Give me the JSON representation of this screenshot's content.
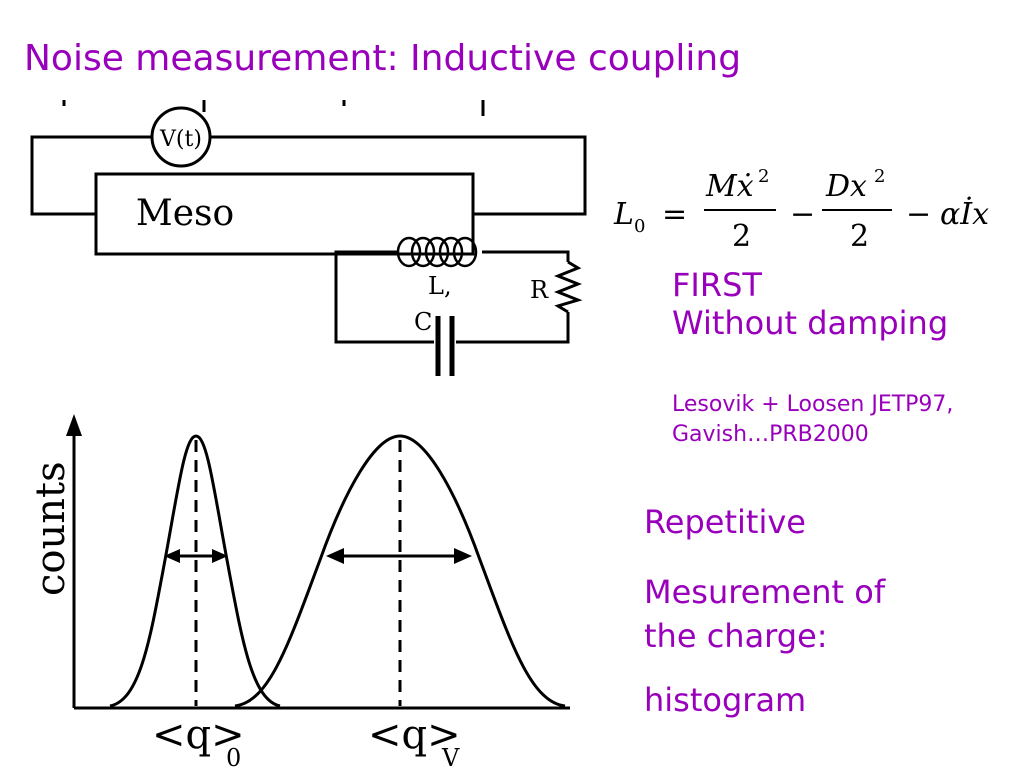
{
  "title": "Noise measurement: Inductive coupling",
  "circuit": {
    "voltmeter_label": "V(t)",
    "meso_label": "Meso",
    "inductor_label": "L,",
    "resistor_label": "R",
    "capacitor_label": "C"
  },
  "equation": {
    "lhs": "L",
    "lhs_sub": "0",
    "eq": "=",
    "term1_num": "Mẋ",
    "term1_sup": "2",
    "term1_den": "2",
    "minus1": "−",
    "term2_num": "Dx",
    "term2_sup": "2",
    "term2_den": "2",
    "minus2": "−",
    "term3": "αİx"
  },
  "notes": {
    "first": "FIRST",
    "without_damping": "Without damping",
    "ref1": "Lesovik + Loosen JETP97,",
    "ref2": "Gavish…PRB2000"
  },
  "side": {
    "repetitive": "Repetitive",
    "measurement_line1": "Mesurement of",
    "measurement_line2": "the charge:",
    "histogram": "histogram"
  },
  "plot": {
    "ylabel": "counts",
    "peak0_label": "<q>",
    "peak0_sub": "0",
    "peakV_label": "<q>",
    "peakV_sub": "V"
  },
  "colors": {
    "accent": "#9900bb",
    "ink": "#000000"
  }
}
